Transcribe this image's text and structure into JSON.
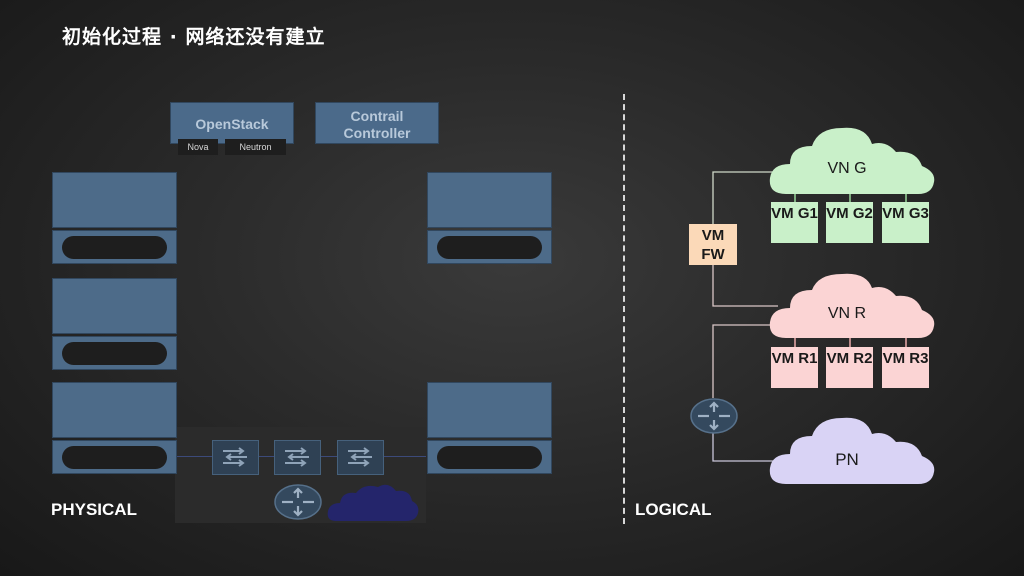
{
  "title": "初始化过程 · 网络还没有建立",
  "physical": {
    "label": "PHYSICAL",
    "openstack": {
      "label": "OpenStack",
      "tabs": [
        "Nova",
        "Neutron"
      ]
    },
    "contrail": {
      "label": "Contrail Controller"
    }
  },
  "logical": {
    "label": "LOGICAL",
    "networks": {
      "vn_g": "VN G",
      "vn_r": "VN R",
      "pn": "PN"
    },
    "vms_g": [
      "VM G1",
      "VM G2",
      "VM G3"
    ],
    "vms_r": [
      "VM R1",
      "VM R2",
      "VM R3"
    ],
    "vm_fw": "VM FW"
  },
  "colors": {
    "vn_g": "#c9f0c9",
    "vn_r": "#fbd4d4",
    "pn": "#d9d3f5",
    "physical_blue": "#4d6b89",
    "fw": "#fbd9b8"
  }
}
